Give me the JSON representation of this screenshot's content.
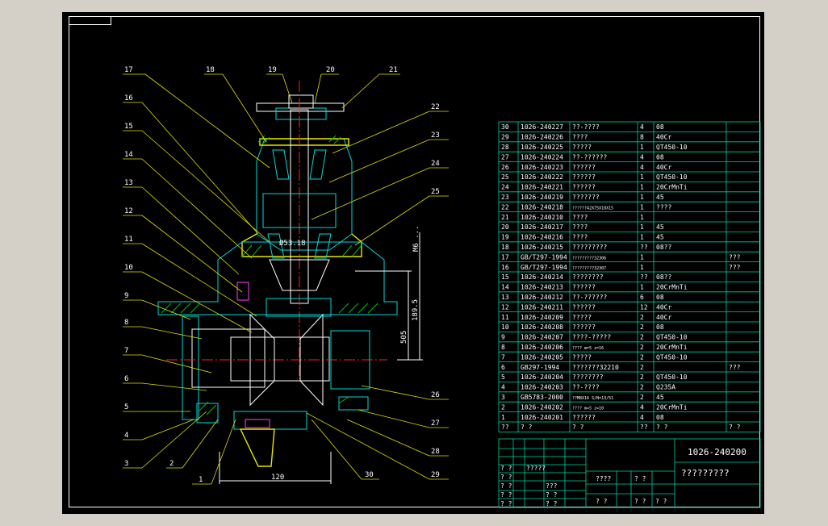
{
  "drawing": {
    "part_labels": [
      "1",
      "2",
      "3",
      "4",
      "5",
      "6",
      "7",
      "8",
      "9",
      "10",
      "11",
      "12",
      "13",
      "14",
      "15",
      "16",
      "17",
      "18",
      "19",
      "20",
      "21",
      "22",
      "23",
      "24",
      "25",
      "26",
      "27",
      "28",
      "29",
      "30"
    ],
    "dimensions": {
      "width_bottom": "120",
      "height_a": "505",
      "height_b": "189.5",
      "shaft_tag": "Ø53.18",
      "note_vertical": "M6 ..."
    }
  },
  "bom": {
    "rows": [
      {
        "no": "30",
        "code": "1026-240227",
        "name": "??-????",
        "qty": "4",
        "mat": "08",
        "note": ""
      },
      {
        "no": "29",
        "code": "1026-240226",
        "name": "????",
        "qty": "8",
        "mat": "40Cr",
        "note": ""
      },
      {
        "no": "28",
        "code": "1026-240225",
        "name": "?????",
        "qty": "1",
        "mat": "QT450-10",
        "note": ""
      },
      {
        "no": "27",
        "code": "1026-240224",
        "name": "??-??????",
        "qty": "4",
        "mat": "08",
        "note": ""
      },
      {
        "no": "26",
        "code": "1026-240223",
        "name": "??????",
        "qty": "4",
        "mat": "40Cr",
        "note": ""
      },
      {
        "no": "25",
        "code": "1026-240222",
        "name": "??????",
        "qty": "1",
        "mat": "QT450-10",
        "note": ""
      },
      {
        "no": "24",
        "code": "1026-240221",
        "name": "??????",
        "qty": "1",
        "mat": "20CrMnTi",
        "note": ""
      },
      {
        "no": "23",
        "code": "1026-240219",
        "name": "???????",
        "qty": "1",
        "mat": "45",
        "note": ""
      },
      {
        "no": "22",
        "code": "1026-240218",
        "name": "??????42X75X10X15",
        "qty": "1",
        "mat": "????",
        "note": ""
      },
      {
        "no": "21",
        "code": "1026-240210",
        "name": "????",
        "qty": "1",
        "mat": "",
        "note": ""
      },
      {
        "no": "20",
        "code": "1026-240217",
        "name": "????",
        "qty": "1",
        "mat": "45",
        "note": ""
      },
      {
        "no": "19",
        "code": "1026-240216",
        "name": "????",
        "qty": "1",
        "mat": "45",
        "note": ""
      },
      {
        "no": "18",
        "code": "1026-240215",
        "name": "?????????",
        "qty": "??",
        "mat": "08??",
        "note": ""
      },
      {
        "no": "17",
        "code": "GB/T297-1994",
        "name": "?????????32306",
        "qty": "1",
        "mat": "",
        "note": "???"
      },
      {
        "no": "16",
        "code": "GB/T297-1994",
        "name": "?????????32307",
        "qty": "1",
        "mat": "",
        "note": "???"
      },
      {
        "no": "15",
        "code": "1026-240214",
        "name": "????????",
        "qty": "??",
        "mat": "08??",
        "note": ""
      },
      {
        "no": "14",
        "code": "1026-240213",
        "name": "??????",
        "qty": "1",
        "mat": "20CrMnTi",
        "note": ""
      },
      {
        "no": "13",
        "code": "1026-240212",
        "name": "??-??????",
        "qty": "6",
        "mat": "08",
        "note": ""
      },
      {
        "no": "12",
        "code": "1026-240211",
        "name": "??????",
        "qty": "12",
        "mat": "40Cr",
        "note": ""
      },
      {
        "no": "11",
        "code": "1026-240209",
        "name": "?????",
        "qty": "2",
        "mat": "40Cr",
        "note": ""
      },
      {
        "no": "10",
        "code": "1026-240208",
        "name": "??????",
        "qty": "2",
        "mat": "08",
        "note": ""
      },
      {
        "no": "9",
        "code": "1026-240207",
        "name": "????-?????",
        "qty": "2",
        "mat": "QT450-10",
        "note": ""
      },
      {
        "no": "8",
        "code": "1026-240206",
        "name": "???? m=5 z=16",
        "qty": "2",
        "mat": "20CrMnTi",
        "note": ""
      },
      {
        "no": "7",
        "code": "1026-240205",
        "name": "?????",
        "qty": "2",
        "mat": "QT450-10",
        "note": ""
      },
      {
        "no": "6",
        "code": "GB297-1994",
        "name": "???????32210",
        "qty": "2",
        "mat": "",
        "note": "???"
      },
      {
        "no": "5",
        "code": "1026-240204",
        "name": "????????",
        "qty": "2",
        "mat": "QT450-10",
        "note": ""
      },
      {
        "no": "4",
        "code": "1026-240203",
        "name": "??-????",
        "qty": "2",
        "mat": "Q235A",
        "note": ""
      },
      {
        "no": "3",
        "code": "GB5783-2000",
        "name": "??M8X16 S/N=13/51",
        "qty": "2",
        "mat": "45",
        "note": ""
      },
      {
        "no": "2",
        "code": "1026-240202",
        "name": "???? m=5 z=10",
        "qty": "4",
        "mat": "20CrMnTi",
        "note": ""
      },
      {
        "no": "1",
        "code": "1026-240201",
        "name": "??????",
        "qty": "4",
        "mat": "08",
        "note": ""
      }
    ],
    "header": {
      "no": "??",
      "code": "? ?",
      "name": "? ?",
      "qty": "??",
      "mat": "? ?",
      "note": "? ?"
    }
  },
  "title_block": {
    "drawing_no": "1026-240200",
    "drawing_name": "?????????",
    "cells": [
      "? ?",
      "? ?",
      "???",
      "? ?",
      "? ?",
      "? ?",
      "? ?",
      "????",
      "? ?",
      "? ?",
      "? ?",
      "????",
      "? ?",
      "?????",
      "? ?",
      "? ?"
    ]
  },
  "colors": {
    "background": "#000000",
    "outline_cyan": "#00d8d8",
    "yellow": "#e8e800",
    "green_hatch": "#00c000",
    "center_red": "#ff2020",
    "magenta": "#ff40ff",
    "table_lines": "#00d0a0"
  }
}
